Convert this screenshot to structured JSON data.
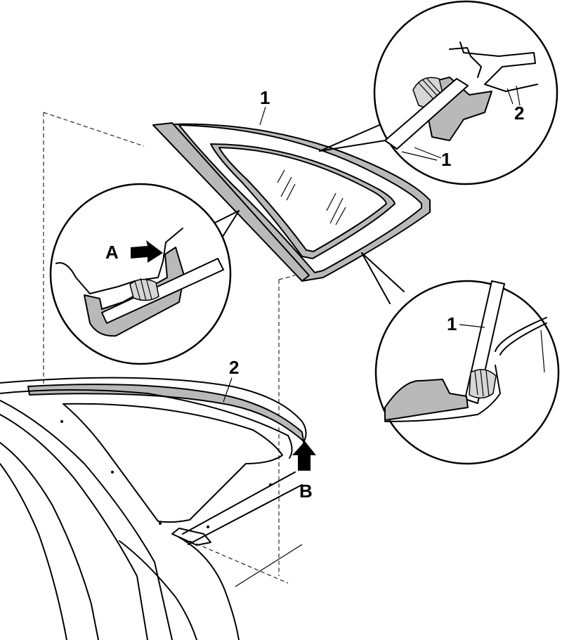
{
  "labels": {
    "glass_main": "1",
    "seal_top_detail": "2",
    "glass_top_detail": "1",
    "arrow_a": "A",
    "glass_right_detail": "1",
    "body_seal": "2",
    "arrow_b": "B"
  }
}
